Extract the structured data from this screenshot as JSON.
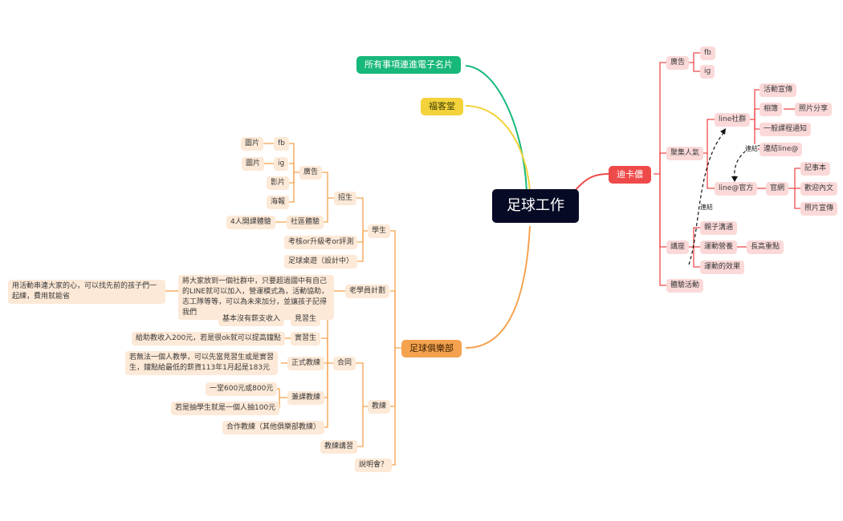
{
  "root": "足球工作",
  "main": {
    "ecard": "所有事項連進電子名片",
    "blog": "福客堂",
    "club": "足球俱樂部",
    "dika": "迪卡儂"
  },
  "colors": {
    "green": "#18b87a",
    "yellow": "#f3d23b",
    "orange": "#f5a24f",
    "red": "#ef4a4a",
    "root": "#070a24"
  },
  "club": {
    "students": "學生",
    "recruit": "招生",
    "ads": "廣告",
    "fb": "fb",
    "ig": "ig",
    "pic1": "圖片",
    "pic2": "圖片",
    "video": "影片",
    "poster": "海報",
    "community": "社區體驗",
    "trial": "4人開課體驗",
    "exam": "考核or升級考or評測",
    "boardgame": "足球桌遊（設計中）",
    "alumni": "老學員計劃",
    "alumni_desc": "將大家放到一個社群中，只要超過國中有自己的LINE就可以加入，營運模式為，活動協助，志工隊等等，可以為未來加分，並讓孩子記得我們",
    "alumni_note": "用活動串連大家的心，可以找先前的孩子們一起練，費用就能省",
    "coach": "教練",
    "contract": "合同",
    "intern": "見習生",
    "intern_desc": "基本沒有薪支收入",
    "practicum": "實習生",
    "practicum_desc": "給助教收入200元，若是很ok就可以提高鐘點",
    "formal": "正式教練",
    "formal_desc": "若無法一個人教學，可以先當見習生或是實習生，鐘點給最低的薪資113年1月起是183元",
    "parttime": "兼課教練",
    "pt_desc1": "一堂600元或800元",
    "pt_desc2": "若是抽學生就是一個人抽100元",
    "partner": "合作教練（其他俱樂部教練）",
    "lecture": "教練講習",
    "briefing": "說明會？"
  },
  "dika": {
    "ads": "廣告",
    "fb": "fb",
    "ig": "ig",
    "gather": "聚集人氣",
    "line_group": "line社群",
    "promo": "活動宣傳",
    "album": "相簿",
    "photo_share": "照片分享",
    "course_notice": "一般課程通知",
    "join_line": "連結line@",
    "line_official": "line@官方",
    "website": "官網",
    "notebook": "記事本",
    "welcome": "歡迎內文",
    "photo_promo": "照片宣傳",
    "lecture": "講座",
    "parent_child": "親子溝通",
    "nutrition": "運動營養",
    "growth": "長高重點",
    "effect": "運動的效果",
    "experience": "體驗活動",
    "link_label1": "連結",
    "link_label2": "連結"
  }
}
